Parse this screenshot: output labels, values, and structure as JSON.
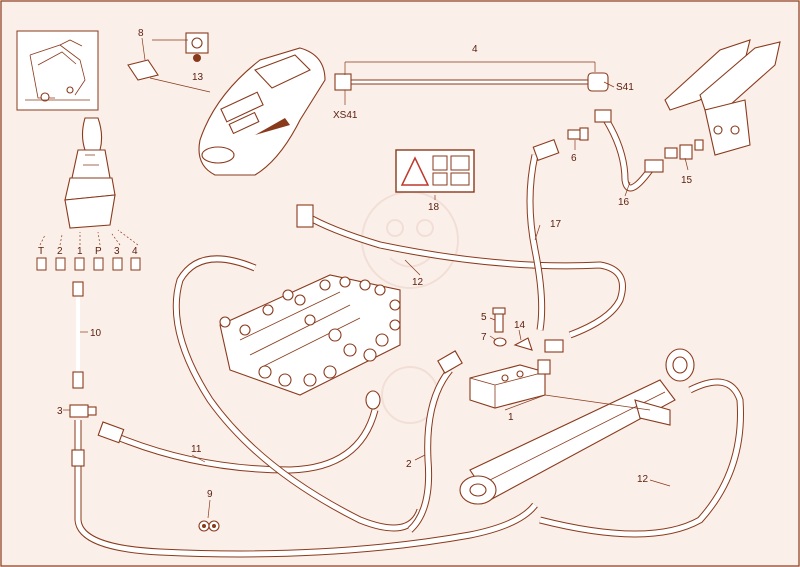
{
  "callouts": {
    "c1": "1",
    "c2": "2",
    "c3": "3",
    "c4": "4",
    "c5": "5",
    "c6": "6",
    "c7": "7",
    "c8": "8",
    "c9": "9",
    "c10": "10",
    "c11": "11",
    "c12a": "12",
    "c12b": "12",
    "c13": "13",
    "c14": "14",
    "c15": "15",
    "c16": "16",
    "c17": "17",
    "c18": "18"
  },
  "connectors": {
    "xs41": "XS41",
    "s41": "S41"
  },
  "port_labels": [
    "T",
    "2",
    "1",
    "P",
    "3",
    "4"
  ],
  "colors": {
    "background": "#fbefe9",
    "line": "#8a3a1c",
    "fill": "#ffffff",
    "label": "#5a1e0c",
    "warning": "#c0392b"
  }
}
